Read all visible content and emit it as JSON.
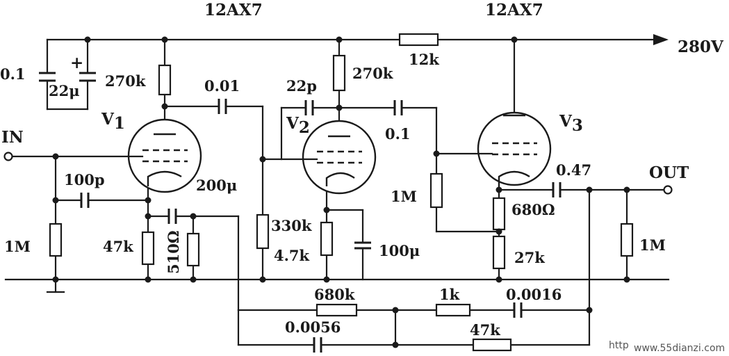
{
  "tubes": {
    "left_type": "12AX7",
    "right_type": "12AX7",
    "v1": {
      "label": "V",
      "sub": "1"
    },
    "v2": {
      "label": "V",
      "sub": "2"
    },
    "v3": {
      "label": "V",
      "sub": "3"
    }
  },
  "supply": {
    "label": "280V",
    "series_resistor": "12k"
  },
  "terminals": {
    "input": "IN",
    "output": "OUT"
  },
  "components": {
    "c_supply_bypass": "0.1",
    "c_supply_electrolytic": "22μ",
    "r_v1_plate": "270k",
    "c_coupling_1": "0.01",
    "r_v1_grid": "1M",
    "c_v1_grid": "100p",
    "r_v1_cathode": "47k",
    "c_v1_cathode": "200μ",
    "r_v1_cathode_sense": "510Ω",
    "r_v2_grid": "330k",
    "c_v2_feedback": "22p",
    "r_v2_plate": "270k",
    "r_v2_cathode": "4.7k",
    "c_v2_cathode": "100μ",
    "c_coupling_2": "0.1",
    "r_v3_grid": "1M",
    "r_v3_cathode_top": "680Ω",
    "r_v3_cathode_bottom": "27k",
    "c_output": "0.47",
    "r_output_load": "1M",
    "r_feedback": "680k",
    "r_tone_1k": "1k",
    "c_tone_0016": "0.0016",
    "c_tone_0056": "0.0056",
    "r_tone_47k": "47k"
  },
  "watermark": {
    "prefix": "http",
    "site": "www.55dianzi.com"
  }
}
